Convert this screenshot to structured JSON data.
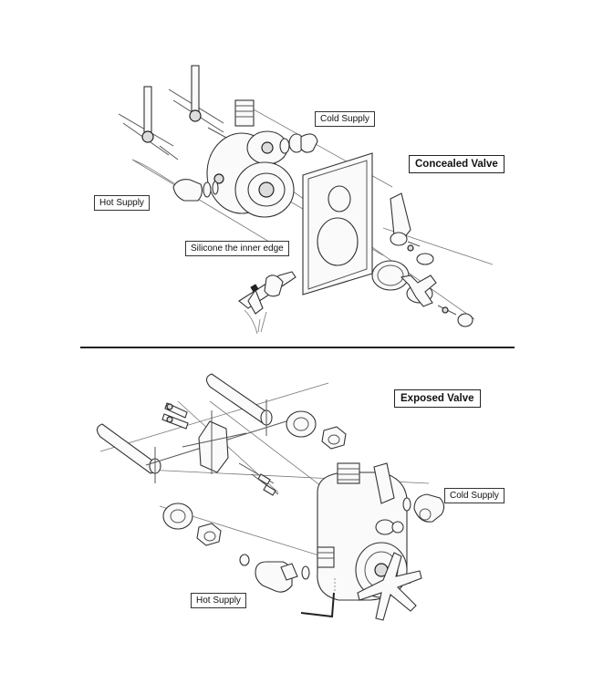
{
  "concealed": {
    "title": "Concealed Valve",
    "labels": {
      "cold_supply": "Cold Supply",
      "hot_supply": "Hot Supply",
      "silicone": "Silicone the inner edge"
    }
  },
  "exposed": {
    "title": "Exposed Valve",
    "labels": {
      "cold_supply": "Cold Supply",
      "hot_supply": "Hot Supply"
    }
  }
}
